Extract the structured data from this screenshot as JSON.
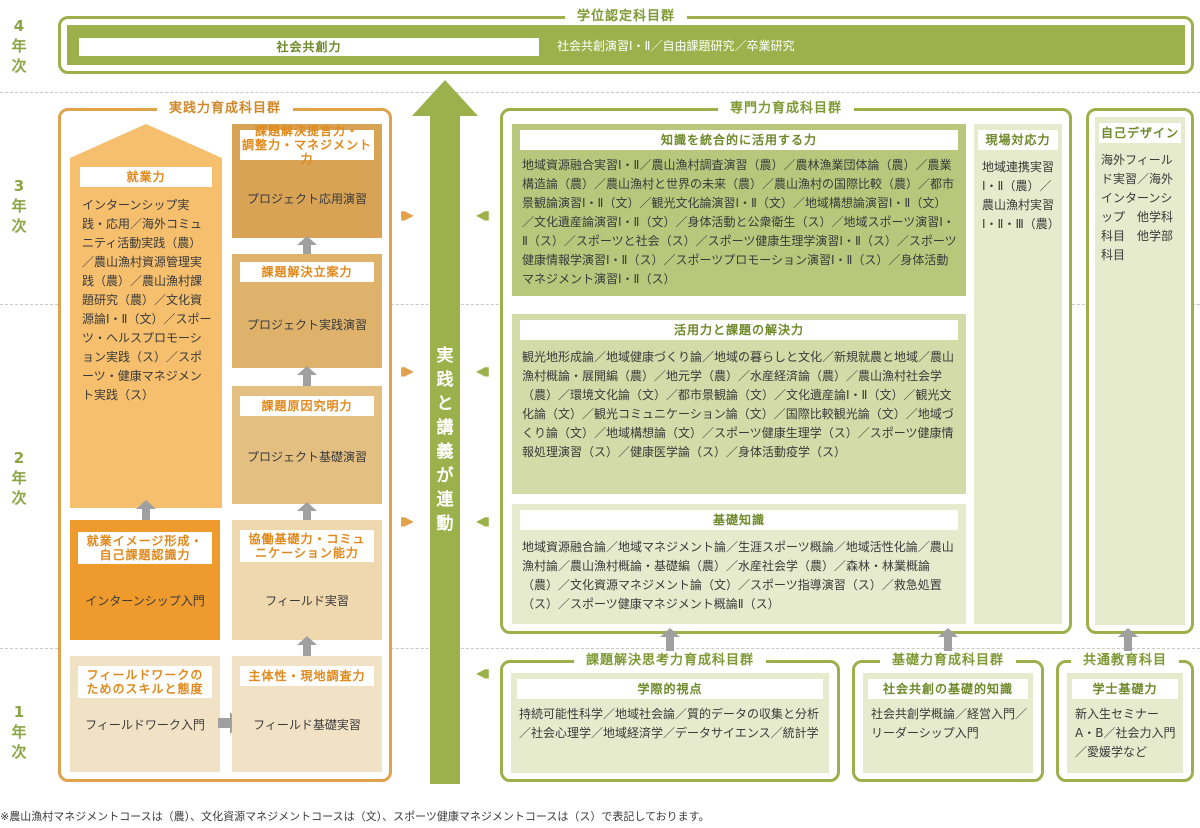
{
  "years": [
    "4\n年\n次",
    "3\n年\n次",
    "2\n年\n次",
    "1\n年\n次"
  ],
  "year4": {
    "title": "学位認定科目群",
    "label": "社会共創力",
    "courses": "社会共創演習Ⅰ・Ⅱ／自由課題研究／卒業研究"
  },
  "practice": {
    "title": "実践力育成科目群",
    "shugyo": {
      "label": "就業力",
      "courses": "インターンシップ実践・応用／海外コミュニティ活動実践（農）／農山漁村資源管理実践（農）／農山漁村課題研究（農）／文化資源論Ⅰ・Ⅱ（文）／スポーツ・ヘルスプロモーション実践（ス）／スポーツ・健康マネジメント実践（ス）"
    },
    "image": {
      "label": "就業イメージ形成・\n自己課題認識力",
      "course": "インターンシップ入門"
    },
    "fieldwork": {
      "label": "フィールドワークの\nためのスキルと態度",
      "course": "フィールドワーク入門"
    },
    "proposal": {
      "label": "課題解決提言力・\n調整力・マネジメント力",
      "course": "プロジェクト応用演習"
    },
    "planning": {
      "label": "課題解決立案力",
      "course": "プロジェクト実践演習"
    },
    "cause": {
      "label": "課題原因究明力",
      "course": "プロジェクト基礎演習"
    },
    "cooperation": {
      "label": "協働基礎力・コミュ\nニケーション能力",
      "course": "フィールド実習"
    },
    "initiative": {
      "label": "主体性・現地調査力",
      "course": "フィールド基礎実習"
    }
  },
  "center_arrow": "実\n践\nと\n講\n義\nが\n連\n動",
  "specialty": {
    "title": "専門力育成科目群",
    "integrate": {
      "label": "知識を統合的に活用する力",
      "courses": "地域資源融合実習Ⅰ・Ⅱ／農山漁村調査演習（農）／農林漁業団体論（農）／農業構造論（農）／農山漁村と世界の未来（農）／農山漁村の国際比較（農）／都市景観論演習Ⅰ・Ⅱ（文）／観光文化論演習Ⅰ・Ⅱ（文）／地域構想論演習Ⅰ・Ⅱ（文）／文化遺産論演習Ⅰ・Ⅱ（文）／身体活動と公衆衛生（ス）／地域スポーツ演習Ⅰ・Ⅱ（ス）／スポーツと社会（ス）／スポーツ健康生理学演習Ⅰ・Ⅱ（ス）／スポーツ健康情報学演習Ⅰ・Ⅱ（ス）／スポーツプロモーション演習Ⅰ・Ⅱ（ス）／身体活動マネジメント演習Ⅰ・Ⅱ（ス）"
    },
    "site": {
      "label": "現場対応力",
      "courses": "地域連携実習Ⅰ・Ⅱ（農）／農山漁村実習Ⅰ・Ⅱ・Ⅲ（農）"
    },
    "apply": {
      "label": "活用力と課題の解決力",
      "courses": "観光地形成論／地域健康づくり論／地域の暮らしと文化／新規就農と地域／農山漁村概論・展開編（農）／地元学（農）／水産経済論（農）／農山漁村社会学（農）／環境文化論（文）／都市景観論（文）／文化遺産論Ⅰ・Ⅱ（文）／観光文化論（文）／観光コミュニケーション論（文）／国際比較観光論（文）／地域づくり論（文）／地域構想論（文）／スポーツ健康生理学（ス）／スポーツ健康情報処理演習（ス）／健康医学論（ス）／身体活動疫学（ス）"
    },
    "basic": {
      "label": "基礎知識",
      "courses": "地域資源融合論／地域マネジメント論／生涯スポーツ概論／地域活性化論／農山漁村論／農山漁村概論・基礎編（農）／水産社会学（農）／森林・林業概論（農）／文化資源マネジメント論（文）／スポーツ指導演習（ス）／救急処置（ス）／スポーツ健康マネジメント概論Ⅱ（ス）"
    }
  },
  "self_design": {
    "label": "自己デザイン",
    "courses": "海外フィールド実習／海外インターンシップ　他学科科目　他学部科目"
  },
  "thinking": {
    "title": "課題解決思考力育成科目群",
    "label": "学際的視点",
    "courses": "持続可能性科学／地域社会論／質的データの収集と分析／社会心理学／地域経済学／データサイエンス／統計学"
  },
  "foundation": {
    "title": "基礎力育成科目群",
    "label": "社会共創の基礎的知識",
    "courses": "社会共創学概論／経営入門／リーダーシップ入門"
  },
  "common": {
    "title": "共通教育科目",
    "label": "学士基礎力",
    "courses": "新入生セミナーA・B／社会力入門／愛媛学など"
  },
  "footnote": "※農山漁村マネジメントコースは（農）、文化資源マネジメントコースは（文）、スポーツ健康マネジメントコースは（ス）で表記しております。",
  "colors": {
    "green": "#9cb04b",
    "green_fill": "#b9c77d",
    "green_light": "#e6ebcd",
    "orange": "#e0a24d",
    "orange_dark": "#ef9a2c",
    "orange_mid": "#f5bf6e",
    "tan_dark": "#d8a355",
    "tan_mid": "#e3bf81",
    "tan_light": "#efd8ae",
    "tan_pale": "#f2e2c5"
  }
}
